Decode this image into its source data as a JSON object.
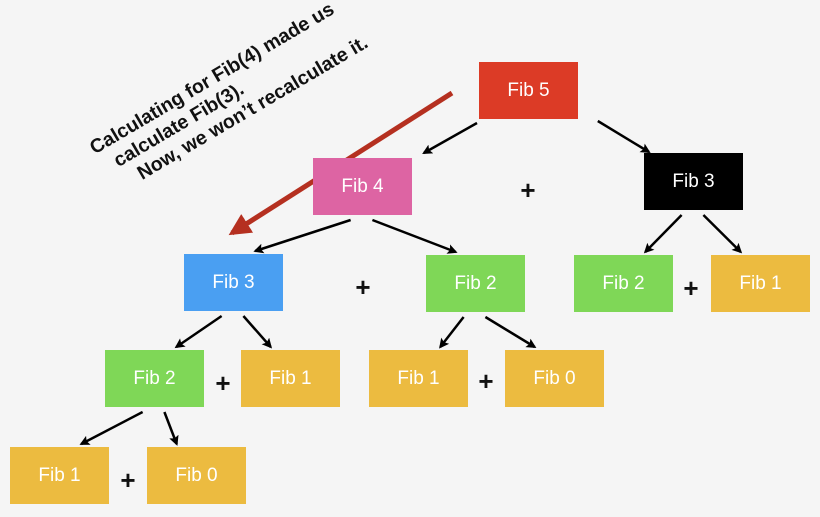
{
  "colors": {
    "red": "#dc3b26",
    "pink": "#dd64a3",
    "black": "#000000",
    "blue": "#4a9ff2",
    "green": "#7fd757",
    "orange": "#ecbb40",
    "annotation_arrow": "#b53020"
  },
  "nodes": [
    {
      "id": "fib5",
      "label": "Fib 5",
      "color": "red"
    },
    {
      "id": "fib4",
      "label": "Fib 4",
      "color": "pink"
    },
    {
      "id": "fib3-right",
      "label": "Fib 3",
      "color": "black"
    },
    {
      "id": "fib3-left",
      "label": "Fib 3",
      "color": "blue"
    },
    {
      "id": "fib2-mid",
      "label": "Fib 2",
      "color": "green"
    },
    {
      "id": "fib2-right",
      "label": "Fib 2",
      "color": "green"
    },
    {
      "id": "fib1-right",
      "label": "Fib 1",
      "color": "orange"
    },
    {
      "id": "fib2-left",
      "label": "Fib 2",
      "color": "green"
    },
    {
      "id": "fib1-left",
      "label": "Fib 1",
      "color": "orange"
    },
    {
      "id": "fib1-mid",
      "label": "Fib 1",
      "color": "orange"
    },
    {
      "id": "fib0-mid",
      "label": "Fib 0",
      "color": "orange"
    },
    {
      "id": "fib1-bottom",
      "label": "Fib 1",
      "color": "orange"
    },
    {
      "id": "fib0-bottom",
      "label": "Fib 0",
      "color": "orange"
    }
  ],
  "edges": [
    [
      "fib5",
      "fib4"
    ],
    [
      "fib5",
      "fib3-right"
    ],
    [
      "fib4",
      "fib3-left"
    ],
    [
      "fib4",
      "fib2-mid"
    ],
    [
      "fib3-right",
      "fib2-right"
    ],
    [
      "fib3-right",
      "fib1-right"
    ],
    [
      "fib3-left",
      "fib2-left"
    ],
    [
      "fib3-left",
      "fib1-left"
    ],
    [
      "fib2-mid",
      "fib1-mid"
    ],
    [
      "fib2-mid",
      "fib0-mid"
    ],
    [
      "fib2-left",
      "fib1-bottom"
    ],
    [
      "fib2-left",
      "fib0-bottom"
    ]
  ],
  "plus_symbol": "+",
  "annotation": {
    "lines": [
      "Calculating for Fib(4) made us",
      "calculate Fib(3).",
      "Now, we won’t recalculate it."
    ],
    "points_from": "fib4",
    "points_to": "fib3-left"
  }
}
